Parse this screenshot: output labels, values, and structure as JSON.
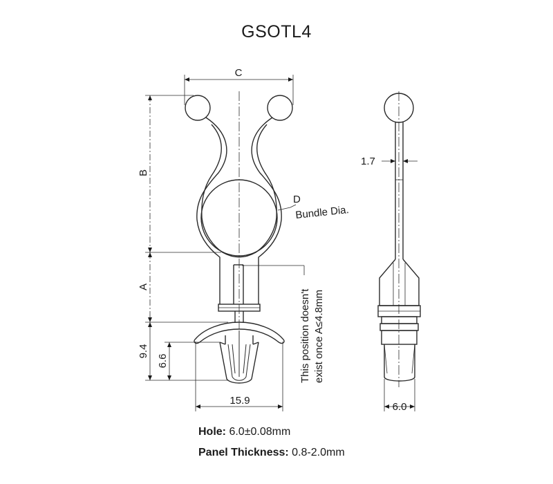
{
  "title": "GSOTL4",
  "dimensions": {
    "c": "C",
    "b": "B",
    "a": "A",
    "d": "D",
    "bundle": "Bundle Dia.",
    "thick": "1.7",
    "h94": "9.4",
    "h66": "6.6",
    "w159": "15.9",
    "w60": "6.0"
  },
  "note": {
    "line1": "This position doesn't",
    "line2": "exist once  A≤4.8mm"
  },
  "specs": {
    "hole_label": "Hole:",
    "hole_value": "6.0±0.08mm",
    "panel_label": "Panel Thickness:",
    "panel_value": "0.8-2.0mm"
  }
}
